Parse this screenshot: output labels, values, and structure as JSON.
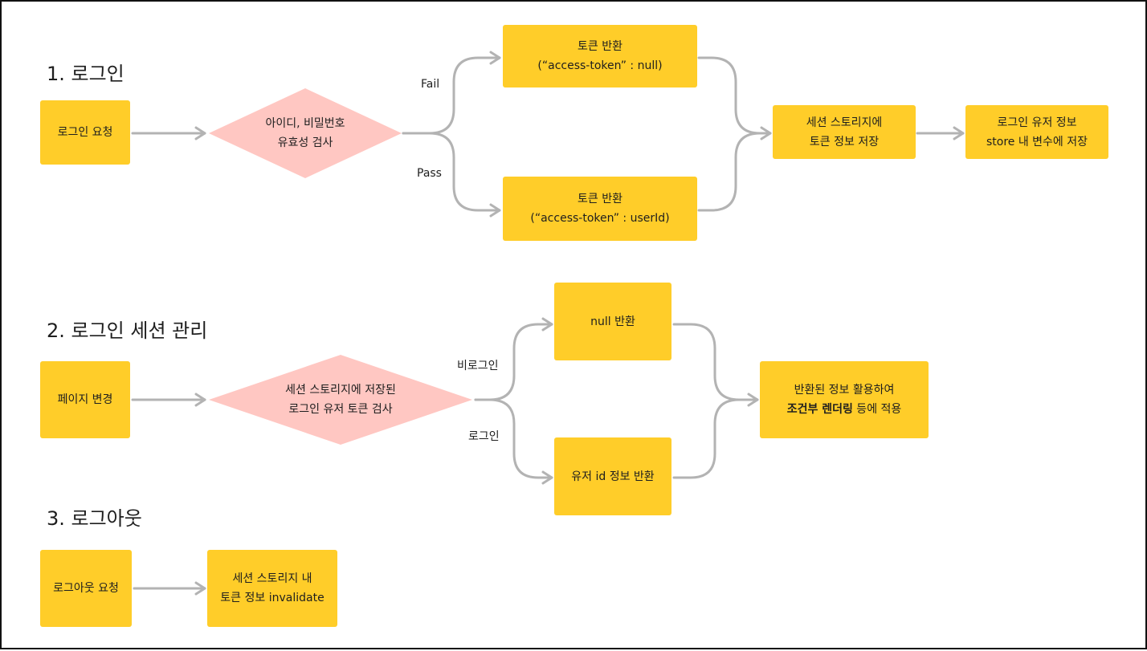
{
  "colors": {
    "node_fill": "#ffcd29",
    "decision_fill": "#ffc7c2",
    "connector": "#b3b3b3",
    "frame_border": "#111111"
  },
  "sections": [
    {
      "title": "1. 로그인"
    },
    {
      "title": "2. 로그인 세션 관리"
    },
    {
      "title": "3. 로그아웃"
    }
  ],
  "login": {
    "request": "로그인 요청",
    "validate": [
      "아이디, 비밀번호",
      "유효성 검사"
    ],
    "fail_label": "Fail",
    "pass_label": "Pass",
    "fail_result": [
      "토큰 반환",
      "(“access-token” : null)"
    ],
    "pass_result": [
      "토큰 반환",
      "(“access-token” : userId)"
    ],
    "session_store": [
      "세션 스토리지에",
      "토큰 정보 저장"
    ],
    "store_var": [
      "로그인 유저 정보",
      "store 내 변수에 저장"
    ]
  },
  "session": {
    "page_change": "페이지 변경",
    "check": [
      "세션 스토리지에 저장된",
      "로그인 유저 토큰 검사"
    ],
    "not_logged_label": "비로그인",
    "logged_label": "로그인",
    "null_result": "null 반환",
    "id_result": "유저 id 정보 반환",
    "apply_line1": "반환된 정보 활용하여",
    "apply_bold": "조건부 렌더링",
    "apply_rest": " 등에 적용"
  },
  "logout": {
    "request": "로그아웃 요청",
    "invalidate": [
      "세션 스토리지 내",
      "토큰 정보 invalidate"
    ]
  }
}
